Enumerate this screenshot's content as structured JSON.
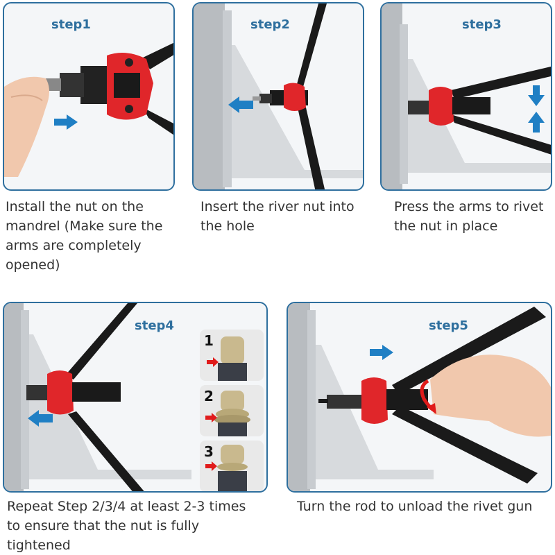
{
  "steps": [
    {
      "title": "step1",
      "caption": "Install the nut on the\nmandrel (Make sure the\narms are completely\nopened)"
    },
    {
      "title": "step2",
      "caption": "Insert the river nut into\nthe hole"
    },
    {
      "title": "step3",
      "caption": "Press the arms to rivet\nthe nut in place"
    },
    {
      "title": "step4",
      "caption": "Repeat Step 2/3/4 at least 2-3 times\nto ensure that the nut is fully\ntightened"
    },
    {
      "title": "step5",
      "caption": "Turn the rod to unload the rivet gun"
    }
  ],
  "step4_details": [
    "1",
    "2",
    "3"
  ],
  "colors": {
    "accent": "#2e6f9e",
    "arrow": "#1f7fc4",
    "tool_red": "#e0262a",
    "tool_black": "#1a1a1a",
    "bracket": "#d7dadd",
    "marker_red": "#e01b1b"
  },
  "icons": [
    "arrow-right-icon",
    "arrow-left-icon",
    "arrow-up-icon",
    "arrow-down-icon",
    "rotate-arrow-icon"
  ]
}
